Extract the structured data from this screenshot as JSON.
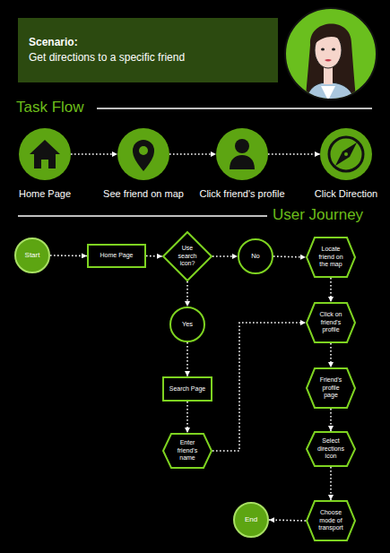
{
  "diagram": {
    "nodes": [
      {
        "text": [
          "Scenario:",
          "Get directions to a specific friend"
        ]
      },
      {
        "text": [
          "Home Page"
        ]
      },
      {
        "text": [
          "See friend on map"
        ]
      },
      {
        "text": [
          "Click friend's profile"
        ]
      },
      {
        "text": [
          "Click Direction"
        ]
      },
      {
        "text": [
          "Start"
        ]
      },
      {
        "text": [
          "Home Page"
        ]
      },
      {
        "text": [
          "Use search icon?"
        ]
      },
      {
        "text": [
          "No"
        ]
      },
      {
        "text": [
          "Locate friend on the map"
        ]
      },
      {
        "text": [
          "Click on friend's profile"
        ]
      },
      {
        "text": [
          "Yes"
        ]
      },
      {
        "text": [
          "Search Page"
        ]
      },
      {
        "text": [
          "Friend's profile page"
        ]
      },
      {
        "text": [
          "Enter friend's name"
        ]
      },
      {
        "text": [
          "Select directions icon"
        ]
      },
      {
        "text": [
          "End"
        ]
      },
      {
        "text": [
          "Choose mode of transport"
        ]
      }
    ],
    "edges": [
      {
        "from": 1,
        "to": 2,
        "arrow": "to"
      },
      {
        "from": 2,
        "to": 3,
        "arrow": "to"
      },
      {
        "from": 3,
        "to": 4,
        "arrow": "to"
      },
      {
        "from": 5,
        "to": 6,
        "arrow": "to"
      },
      {
        "from": 6,
        "to": 7,
        "arrow": "to"
      },
      {
        "from": 7,
        "to": 8,
        "arrow": "to"
      },
      {
        "from": 8,
        "to": 9,
        "arrow": "to"
      },
      {
        "from": 7,
        "to": 11,
        "arrow": "to"
      },
      {
        "from": 11,
        "to": 12,
        "arrow": "to"
      },
      {
        "from": 12,
        "to": 14,
        "arrow": "to"
      },
      {
        "from": 14,
        "to": 10,
        "arrow": "to"
      },
      {
        "from": 9,
        "to": 10,
        "arrow": "to"
      },
      {
        "from": 10,
        "to": 13,
        "arrow": "to"
      },
      {
        "from": 13,
        "to": 15,
        "arrow": "to"
      },
      {
        "from": 15,
        "to": 17,
        "arrow": "to"
      },
      {
        "from": 17,
        "to": 16,
        "arrow": "to"
      }
    ],
    "labels": [
      "Task Flow",
      "User Journey"
    ]
  }
}
